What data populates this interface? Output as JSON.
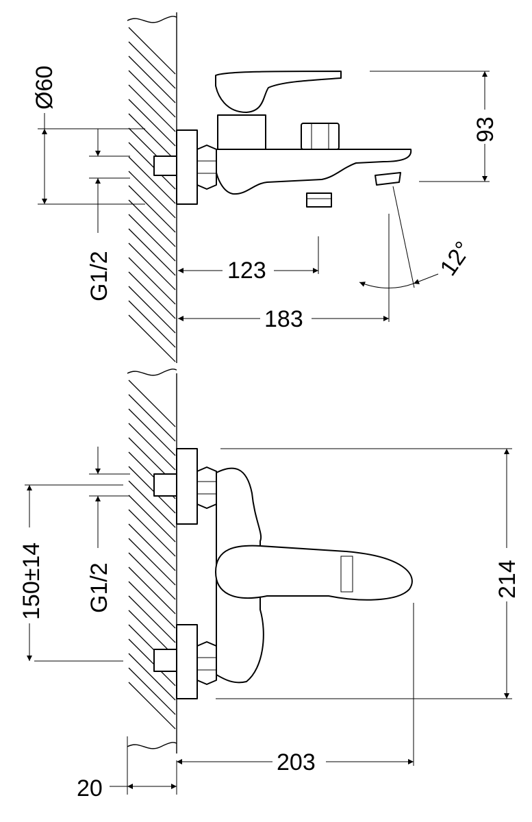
{
  "diagram": {
    "top_view": {
      "diameter_label": "Ø60",
      "thread_label": "G1/2",
      "height_label": "93",
      "spout_reach_label": "123",
      "total_reach_label": "183",
      "angle_label": "12°"
    },
    "front_view": {
      "thread_label": "G1/2",
      "spacing_label": "150±14",
      "height_label": "214",
      "depth_label": "203",
      "wall_offset_label": "20"
    }
  }
}
